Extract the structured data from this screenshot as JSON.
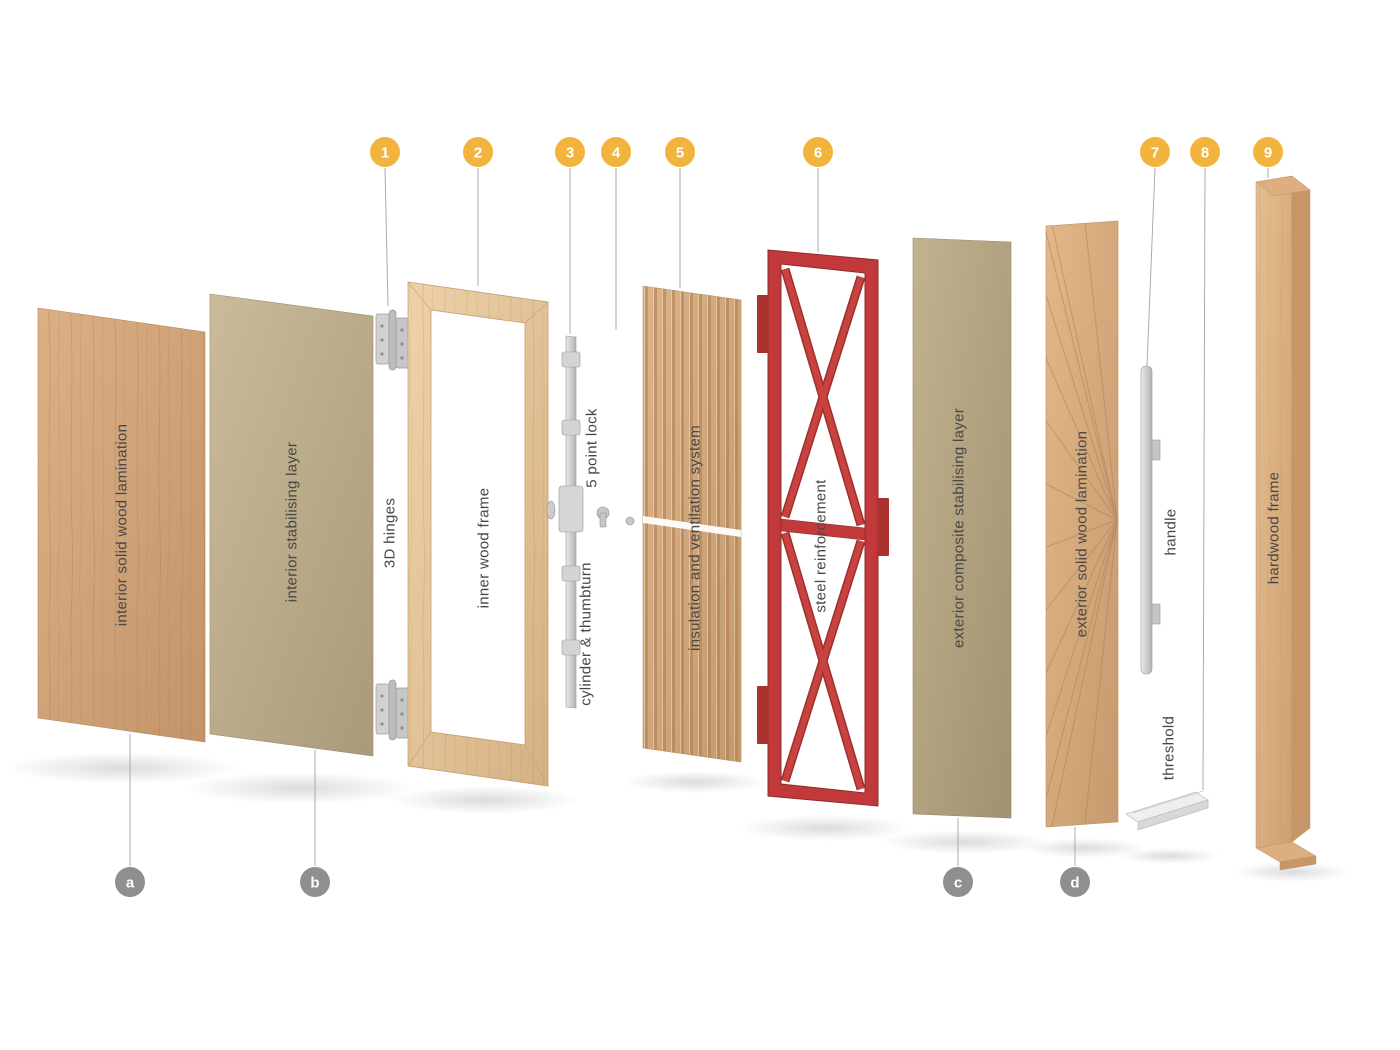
{
  "labels": {
    "interior_solid_wood_lamination": "interior solid wood lamination",
    "interior_stabilising_layer": "interior stabilising layer",
    "hinges_3d": "3D hinges",
    "inner_wood_frame": "inner wood frame",
    "five_point_lock": "5 point lock",
    "cylinder_thumbturn": "cylinder & thumbturn",
    "insulation_ventilation": "insulation and ventilation system",
    "steel_reinforcement": "steel reinforcement",
    "exterior_composite_stabilising_layer": "exterior composite stabilising layer",
    "exterior_solid_wood_lamination": "exterior solid wood lamination",
    "handle": "handle",
    "threshold": "threshold",
    "hardwood_frame": "hardwood frame"
  },
  "numbered_callouts": [
    {
      "label": "1",
      "target": "3D hinges"
    },
    {
      "label": "2",
      "target": "inner wood frame"
    },
    {
      "label": "3",
      "target": "cylinder & thumbturn"
    },
    {
      "label": "4",
      "target": "5 point lock"
    },
    {
      "label": "5",
      "target": "insulation and ventilation system"
    },
    {
      "label": "6",
      "target": "steel reinforcement"
    },
    {
      "label": "7",
      "target": "handle"
    },
    {
      "label": "8",
      "target": "threshold"
    },
    {
      "label": "9",
      "target": "hardwood frame"
    }
  ],
  "letter_callouts": [
    {
      "label": "a",
      "target": "interior solid wood lamination"
    },
    {
      "label": "b",
      "target": "interior stabilising layer"
    },
    {
      "label": "c",
      "target": "exterior composite stabilising layer"
    },
    {
      "label": "d",
      "target": "exterior solid wood lamination"
    }
  ],
  "colors": {
    "number_callout_bg": "#F2B43D",
    "letter_callout_bg": "#8F8F8F",
    "callout_text": "#FFFFFF",
    "label_text": "#474747",
    "steel_red": "#C2393B",
    "wood_light": "#DCB085",
    "stabilising_khaki": "#C4B493",
    "metal_grey": "#C9C9C9"
  }
}
